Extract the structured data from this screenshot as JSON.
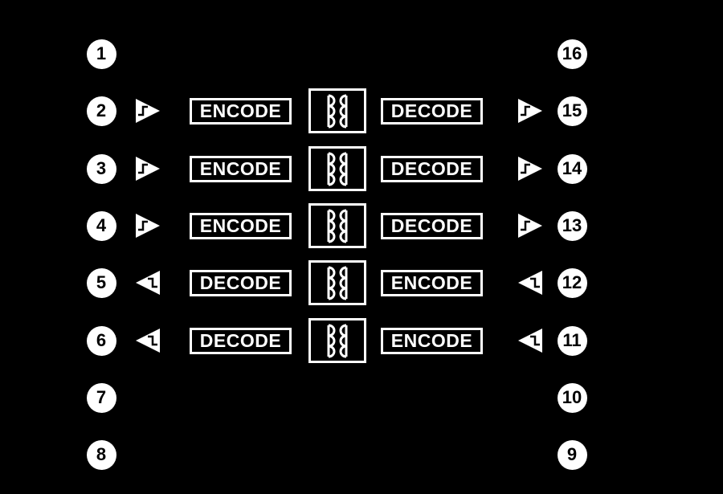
{
  "colors": {
    "background": "#000000",
    "foreground": "#ffffff",
    "pin_number_text": "#000000"
  },
  "rows": [
    {
      "left_pin": "1",
      "right_pin": "16",
      "channel": null
    },
    {
      "left_pin": "2",
      "right_pin": "15",
      "channel": {
        "direction": "right",
        "left_block": "ENCODE",
        "right_block": "DECODE"
      }
    },
    {
      "left_pin": "3",
      "right_pin": "14",
      "channel": {
        "direction": "right",
        "left_block": "ENCODE",
        "right_block": "DECODE"
      }
    },
    {
      "left_pin": "4",
      "right_pin": "13",
      "channel": {
        "direction": "right",
        "left_block": "ENCODE",
        "right_block": "DECODE"
      }
    },
    {
      "left_pin": "5",
      "right_pin": "12",
      "channel": {
        "direction": "left",
        "left_block": "DECODE",
        "right_block": "ENCODE"
      }
    },
    {
      "left_pin": "6",
      "right_pin": "11",
      "channel": {
        "direction": "left",
        "left_block": "DECODE",
        "right_block": "ENCODE"
      }
    },
    {
      "left_pin": "7",
      "right_pin": "10",
      "channel": null
    },
    {
      "left_pin": "8",
      "right_pin": "9",
      "channel": null
    }
  ],
  "icons": {
    "input_buffer": "schmitt-buffer-icon",
    "isolation": "transformer-isolation-icon"
  }
}
